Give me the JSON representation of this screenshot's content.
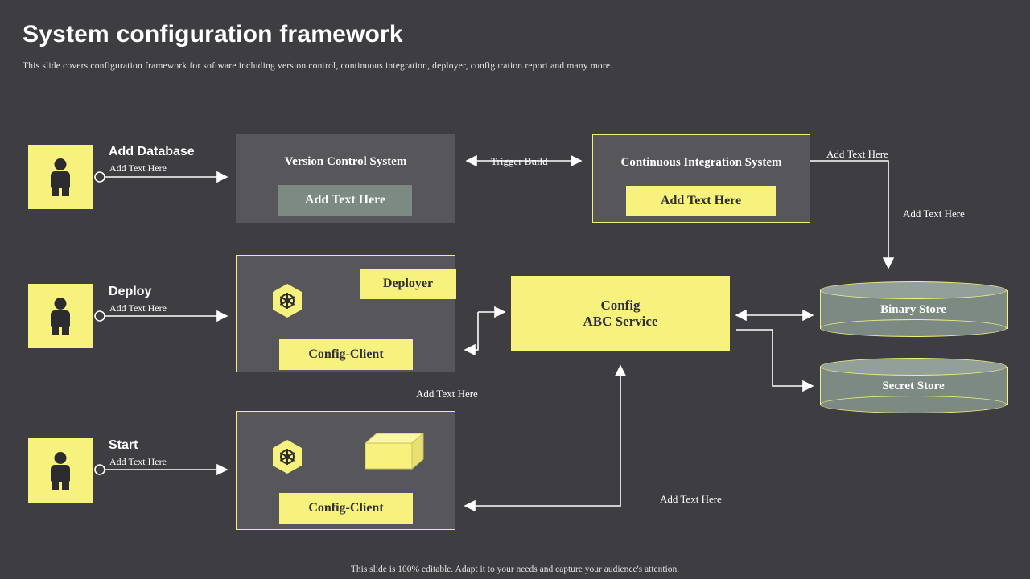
{
  "header": {
    "title": "System configuration framework",
    "subtitle": "This slide covers configuration  framework for software including  version control, continuous integration,  deployer, configuration  report and many more."
  },
  "footer": {
    "note": "This slide is 100% editable.  Adapt it to your needs and capture your audience's  attention."
  },
  "steps": [
    {
      "title": "Add Database",
      "sub": "Add Text Here"
    },
    {
      "title": "Deploy",
      "sub": "Add Text Here"
    },
    {
      "title": "Start",
      "sub": "Add Text Here"
    }
  ],
  "panels": {
    "vcs": {
      "title": "Version Control  System",
      "button": "Add Text Here"
    },
    "ci": {
      "title": "Continuous  Integration  System",
      "button": "Add Text Here"
    },
    "deploy": {
      "deployer": "Deployer",
      "config_client": "Config-Client"
    },
    "start": {
      "config_client": "Config-Client"
    }
  },
  "config_service": {
    "line1": "Config",
    "line2": "ABC Service"
  },
  "stores": [
    {
      "label": "Binary Store"
    },
    {
      "label": "Secret Store"
    }
  ],
  "connector_labels": {
    "trigger_build": "Trigger  Build",
    "top_right": "Add Text Here",
    "right_down": "Add Text Here",
    "under_deploy": "Add Text Here",
    "bottom": "Add Text Here"
  },
  "colors": {
    "background": "#3d3d42",
    "panel": "#56565b",
    "accent_yellow": "#f7f17e",
    "grey_button": "#7d8a84",
    "cylinder_top": "#93a09a",
    "text": "#ffffff"
  }
}
